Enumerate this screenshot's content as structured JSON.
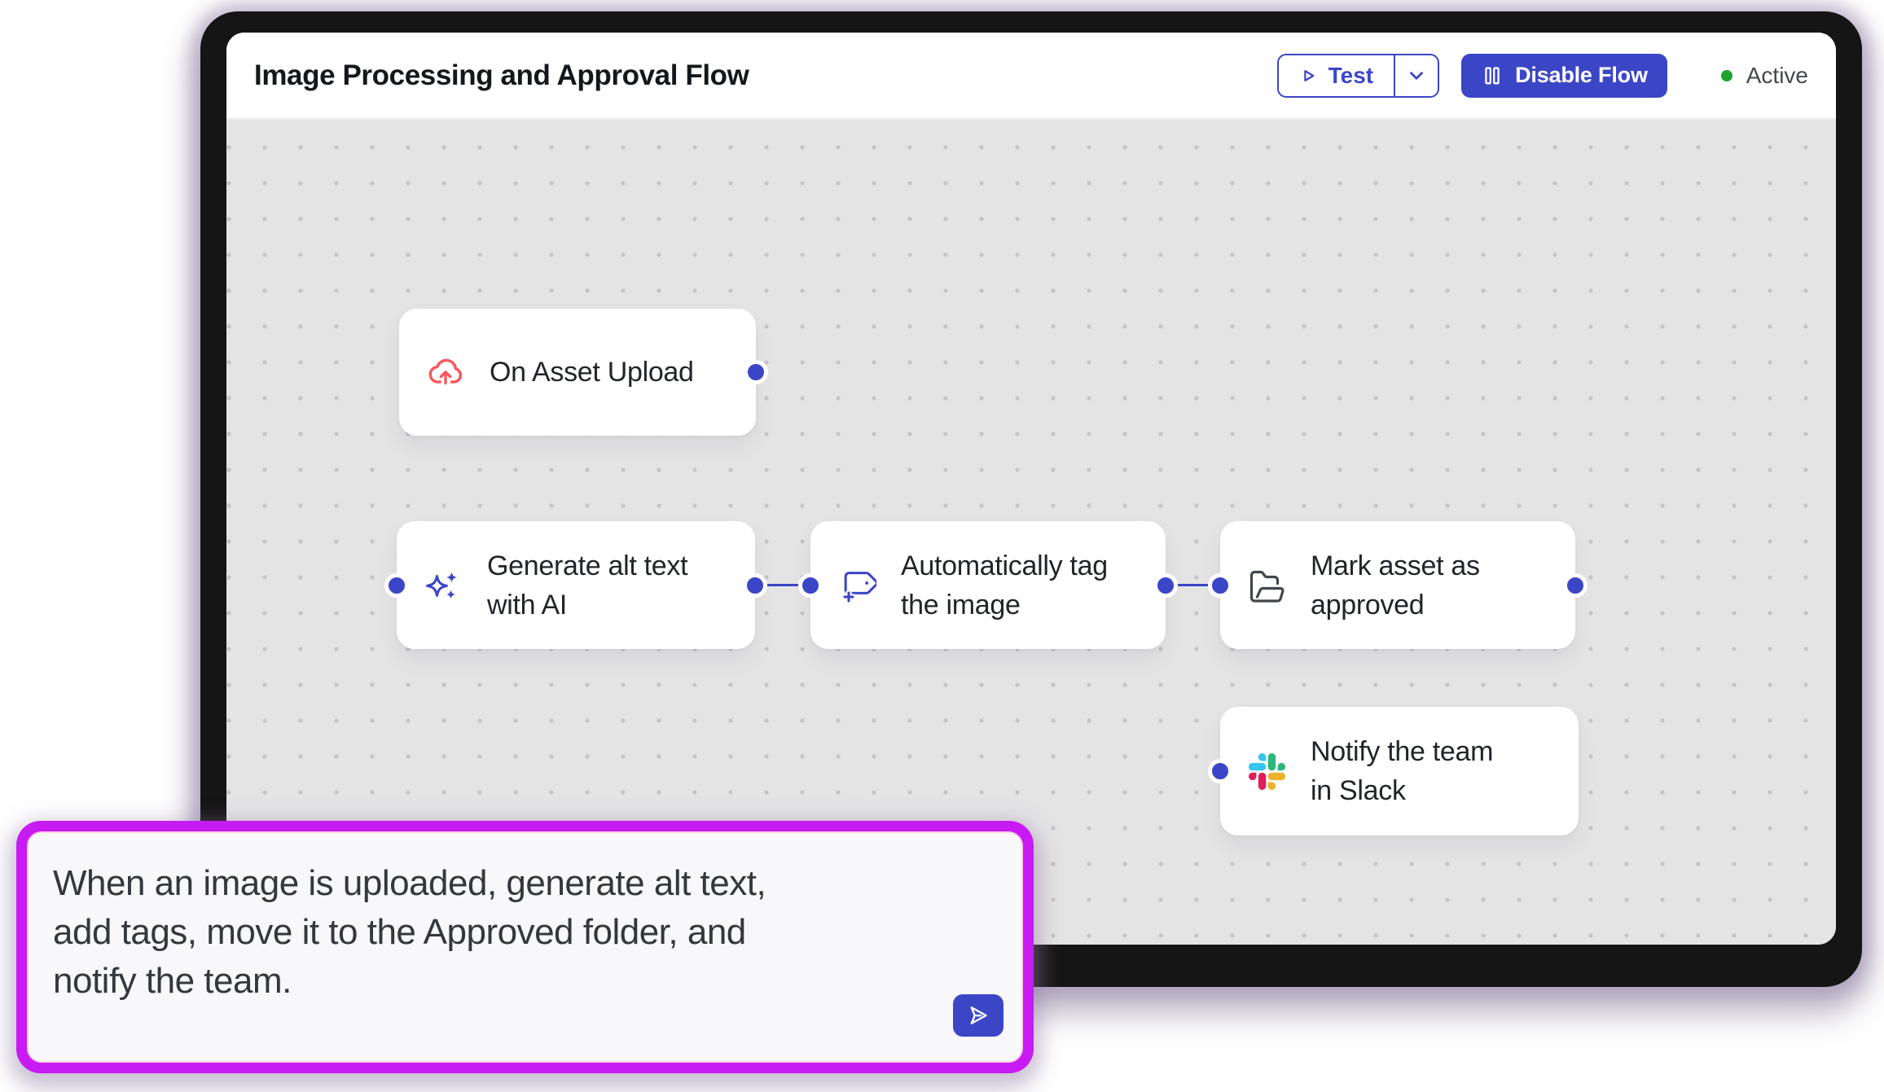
{
  "app": {
    "title": "Image Processing and Approval Flow",
    "toolbar": {
      "test_label": "Test",
      "disable_flow_label": "Disable Flow",
      "status_label": "Active"
    }
  },
  "flow": {
    "nodes": [
      {
        "label": "On Asset Upload",
        "icon": "cloud-upload-icon",
        "icon_color": "#F8575C",
        "type": "trigger"
      },
      {
        "label": "Generate alt text\nwith AI",
        "icon": "sparkles-icon",
        "icon_color": "#3B46C7",
        "type": "action"
      },
      {
        "label": "Automatically tag\nthe image",
        "icon": "tag-plus-icon",
        "icon_color": "#3B46C7",
        "type": "action"
      },
      {
        "label": "Mark asset as\napproved",
        "icon": "folder-open-icon",
        "icon_color": "#42464C",
        "type": "action"
      },
      {
        "label": "Notify the team\nin Slack",
        "icon": "slack-icon",
        "icon_color": "slack-multicolor",
        "type": "action"
      }
    ],
    "connections": [
      {
        "from": "Generate alt text with AI",
        "to": "Automatically tag the image"
      },
      {
        "from": "Automatically tag the image",
        "to": "Mark asset as approved"
      }
    ]
  },
  "prompt": {
    "text": "When an image is uploaded, generate alt text,\nadd tags, move it to the Approved folder, and\nnotify the team.",
    "send_icon": "send-icon"
  },
  "colors": {
    "accent_indigo": "#3B46C7",
    "active_green": "#1EA42D",
    "prompt_border_magenta": "#C81AF2",
    "trigger_red": "#F8575C",
    "canvas_gray": "#E4E4E5",
    "slack": [
      "#36C5F0",
      "#2EB67D",
      "#ECB22E",
      "#E01E5A"
    ]
  }
}
